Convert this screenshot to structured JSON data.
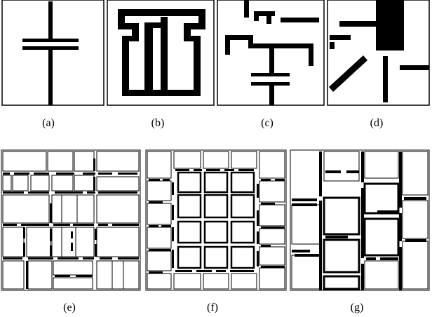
{
  "panels": [
    {
      "id": "a",
      "caption": "(a)"
    },
    {
      "id": "b",
      "caption": "(b)"
    },
    {
      "id": "c",
      "caption": "(c)"
    },
    {
      "id": "d",
      "caption": "(d)"
    },
    {
      "id": "e",
      "caption": "(e)"
    },
    {
      "id": "f",
      "caption": "(f)"
    },
    {
      "id": "g",
      "caption": "(g)"
    }
  ],
  "colors": {
    "ink": "#000000",
    "paper": "#ffffff"
  }
}
